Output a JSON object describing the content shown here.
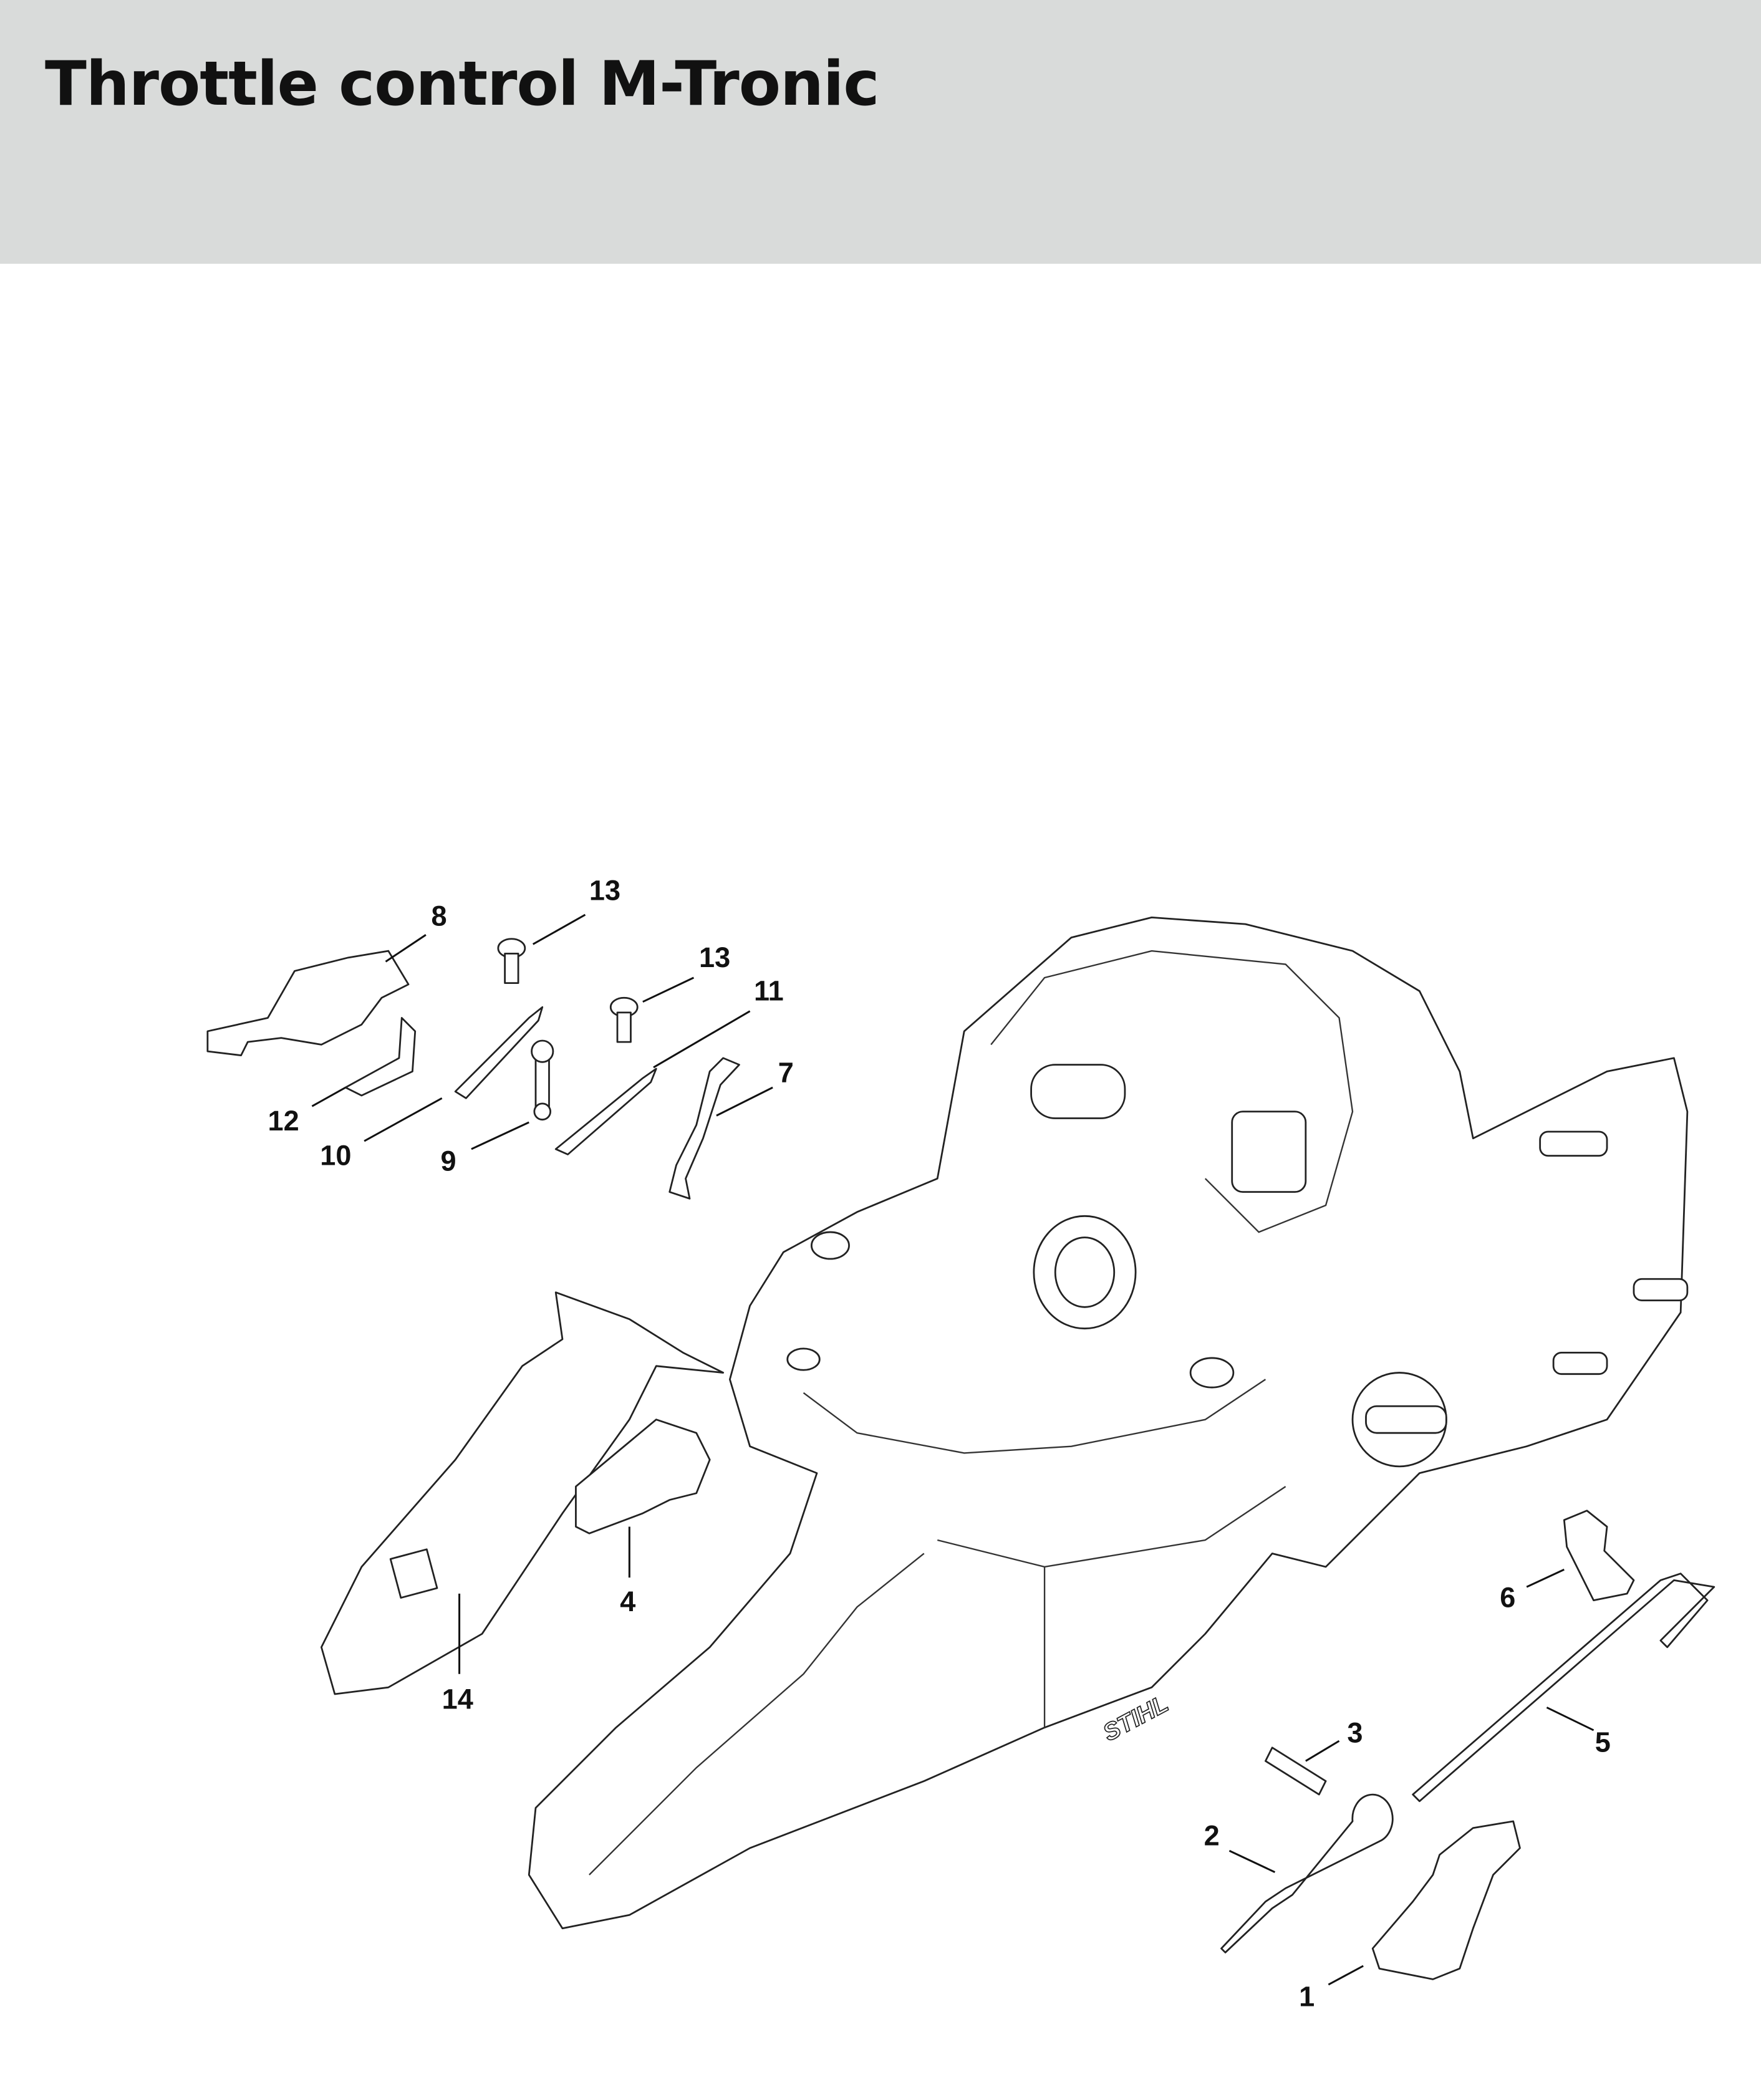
{
  "header": {
    "title": "Throttle control M-Tronic"
  },
  "diagram": {
    "brand_logo": "STIHL",
    "callouts": [
      {
        "id": "1",
        "label": "1"
      },
      {
        "id": "2",
        "label": "2"
      },
      {
        "id": "3",
        "label": "3"
      },
      {
        "id": "4",
        "label": "4"
      },
      {
        "id": "5",
        "label": "5"
      },
      {
        "id": "6",
        "label": "6"
      },
      {
        "id": "7",
        "label": "7"
      },
      {
        "id": "8",
        "label": "8"
      },
      {
        "id": "9",
        "label": "9"
      },
      {
        "id": "10",
        "label": "10"
      },
      {
        "id": "11",
        "label": "11"
      },
      {
        "id": "12",
        "label": "12"
      },
      {
        "id": "13a",
        "label": "13"
      },
      {
        "id": "13b",
        "label": "13"
      },
      {
        "id": "14",
        "label": "14"
      }
    ]
  },
  "colors": {
    "header_bg": "#d9dbda",
    "line": "#222222"
  }
}
